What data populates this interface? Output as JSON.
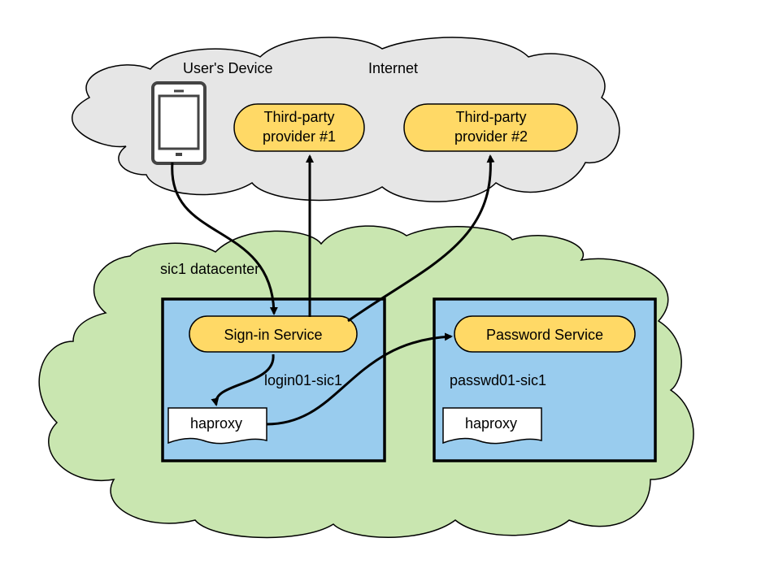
{
  "internet_cloud": {
    "label": "Internet",
    "device_label": "User's Device",
    "fill": "#e6e6e6"
  },
  "providers": [
    {
      "line1": "Third-party",
      "line2": "provider #1"
    },
    {
      "line1": "Third-party",
      "line2": "provider #2"
    }
  ],
  "datacenter": {
    "label": "sic1 datacenter",
    "fill": "#c9e6b0"
  },
  "hosts": [
    {
      "service": "Sign-in Service",
      "hostname": "login01-sic1",
      "proxy": "haproxy"
    },
    {
      "service": "Password Service",
      "hostname": "passwd01-sic1",
      "proxy": "haproxy"
    }
  ],
  "colors": {
    "host_fill": "#99ccee",
    "service_fill": "#ffd966",
    "stroke": "#000000"
  },
  "icons": {
    "device": "smartphone-icon"
  }
}
